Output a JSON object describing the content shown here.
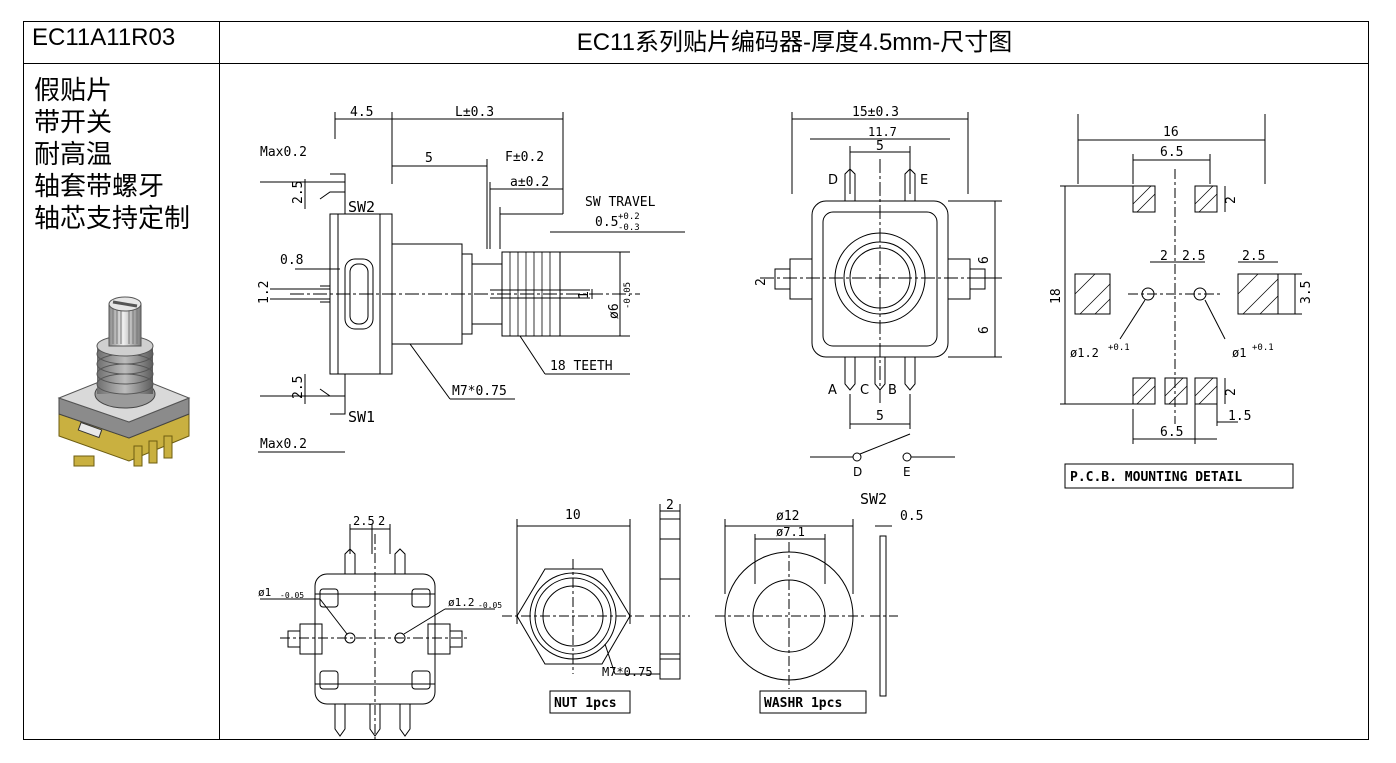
{
  "header": {
    "model": "EC11A11R03",
    "title": "EC11系列贴片编码器-厚度4.5mm-尺寸图"
  },
  "features": [
    "假贴片",
    "带开关",
    "耐高温",
    "轴套带螺牙",
    "轴芯支持定制"
  ],
  "side_view": {
    "dim_4_5": "4.5",
    "dim_L": "L±0.3",
    "dim_max1": "Max0.2",
    "dim_max2": "Max0.2",
    "dim_5": "5",
    "dim_F": "F±0.2",
    "dim_a": "a±0.2",
    "sw_travel": "SW TRAVEL",
    "sw_travel_tol": "0.5",
    "sw_travel_up": "+0.2",
    "sw_travel_dn": "-0.3",
    "dim_25a": "2.5",
    "dim_25b": "2.5",
    "sw2": "SW2",
    "sw1": "SW1",
    "dim_08": "0.8",
    "dim_12": "1.2",
    "dim_1": "1",
    "dim_d6": "ø6",
    "dim_d6_tol": "-0.05",
    "teeth": "18 TEETH",
    "thread": "M7*0.75"
  },
  "front_view": {
    "dim_15": "15±0.3",
    "dim_117": "11.7",
    "dim_5top": "5",
    "dim_5bot": "5",
    "dim_6a": "6",
    "dim_6b": "6",
    "dim_2": "2",
    "pin_d": "D",
    "pin_e": "E",
    "pin_a": "A",
    "pin_c": "C",
    "pin_b": "B",
    "sw_d": "D",
    "sw_e": "E",
    "sw2": "SW2"
  },
  "pcb": {
    "dim_16": "16",
    "dim_65top": "6.5",
    "dim_65bot": "6.5",
    "dim_18": "18",
    "dim_2a": "2",
    "dim_2b": "2",
    "dim_2c": "2",
    "dim_25a": "2.5",
    "dim_25b": "2.5",
    "dim_35": "3.5",
    "dim_15": "1.5",
    "hole1": "ø1.2",
    "hole1_tol": "+0.1",
    "hole2": "ø1",
    "hole2_tol": "+0.1",
    "label": "P.C.B. MOUNTING DETAIL"
  },
  "bottom_view": {
    "dim_25": "2.5",
    "dim_2": "2",
    "hole1": "ø1",
    "hole1_tol": "-0.05",
    "hole2": "ø1.2",
    "hole2_tol": "-0.05"
  },
  "nut": {
    "dim_10": "10",
    "dim_2": "2",
    "thread": "M7*0.75",
    "label": "NUT 1pcs"
  },
  "washer": {
    "dim_12": "ø12",
    "dim_71": "ø7.1",
    "dim_05": "0.5",
    "label": "WASHR  1pcs"
  }
}
